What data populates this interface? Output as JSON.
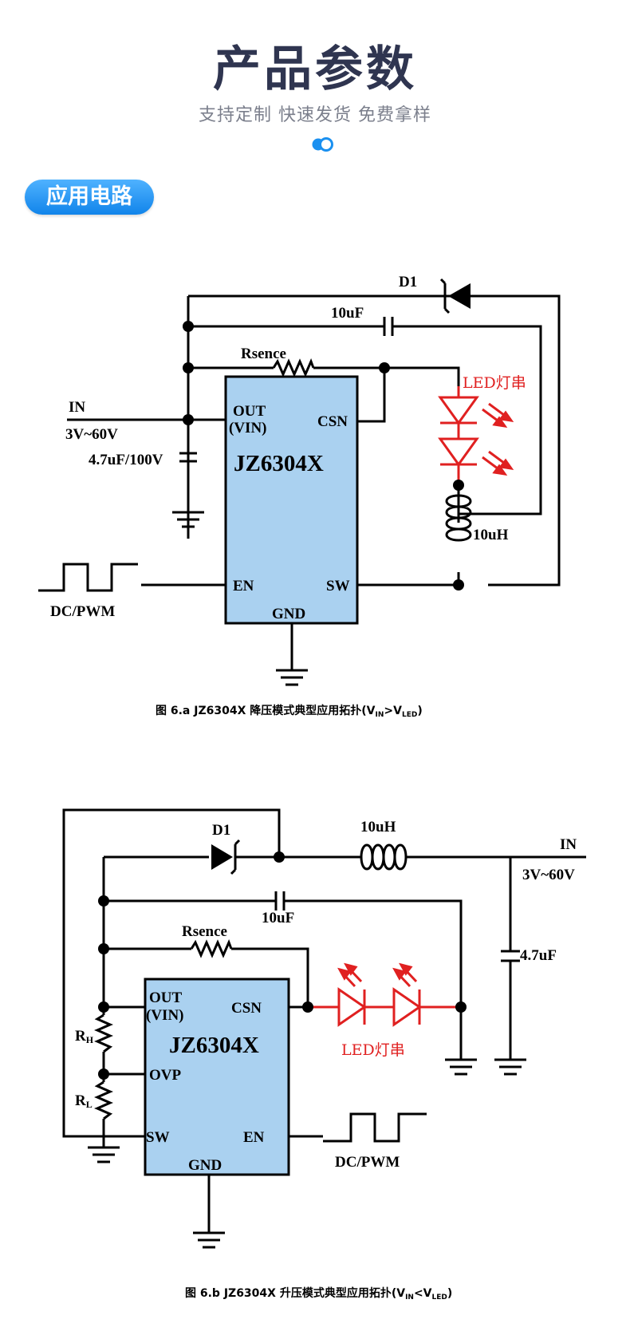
{
  "header": {
    "title": "产品参数",
    "subtitle": "支持定制 快速发货 免费拿样"
  },
  "section": {
    "label": "应用电路"
  },
  "colors": {
    "accent": "#1a90f0",
    "chip": "#aad1f0",
    "led": "#e02020",
    "wire": "#000000"
  },
  "diagram_a": {
    "chip_name": "JZ6304X",
    "pin_out": "OUT",
    "pin_vin": "(VIN)",
    "pin_csn": "CSN",
    "pin_en": "EN",
    "pin_sw": "SW",
    "pin_gnd": "GND",
    "diode": "D1",
    "cap_top": "10uF",
    "resistor": "Rsence",
    "led_label": "LED灯串",
    "in_label": "IN",
    "voltage": "3V~60V",
    "cap_in": "4.7uF/100V",
    "inductor": "10uH",
    "pwm_label": "DC/PWM",
    "caption": {
      "prefix": "图 6.a   JZ6304X  降压模式典型应用拓扑(V",
      "sub1": "IN",
      "mid": ">V",
      "sub2": "LED",
      "suffix": ")"
    }
  },
  "diagram_b": {
    "chip_name": "JZ6304X",
    "pin_out": "OUT",
    "pin_vin": "(VIN)",
    "pin_csn": "CSN",
    "pin_ovp": "OVP",
    "pin_sw": "SW",
    "pin_en": "EN",
    "pin_gnd": "GND",
    "diode": "D1",
    "inductor": "10uH",
    "in_label": "IN",
    "voltage": "3V~60V",
    "cap_top": "10uF",
    "resistor": "Rsence",
    "cap_in": "4.7uF",
    "rh_main": "R",
    "rh_sub": "H",
    "rl_main": "R",
    "rl_sub": "L",
    "led_label": "LED灯串",
    "pwm_label": "DC/PWM",
    "caption": {
      "prefix": "图 6.b   JZ6304X  升压模式典型应用拓扑(V",
      "sub1": "IN",
      "mid": "<V",
      "sub2": "LED",
      "suffix": ")"
    }
  }
}
